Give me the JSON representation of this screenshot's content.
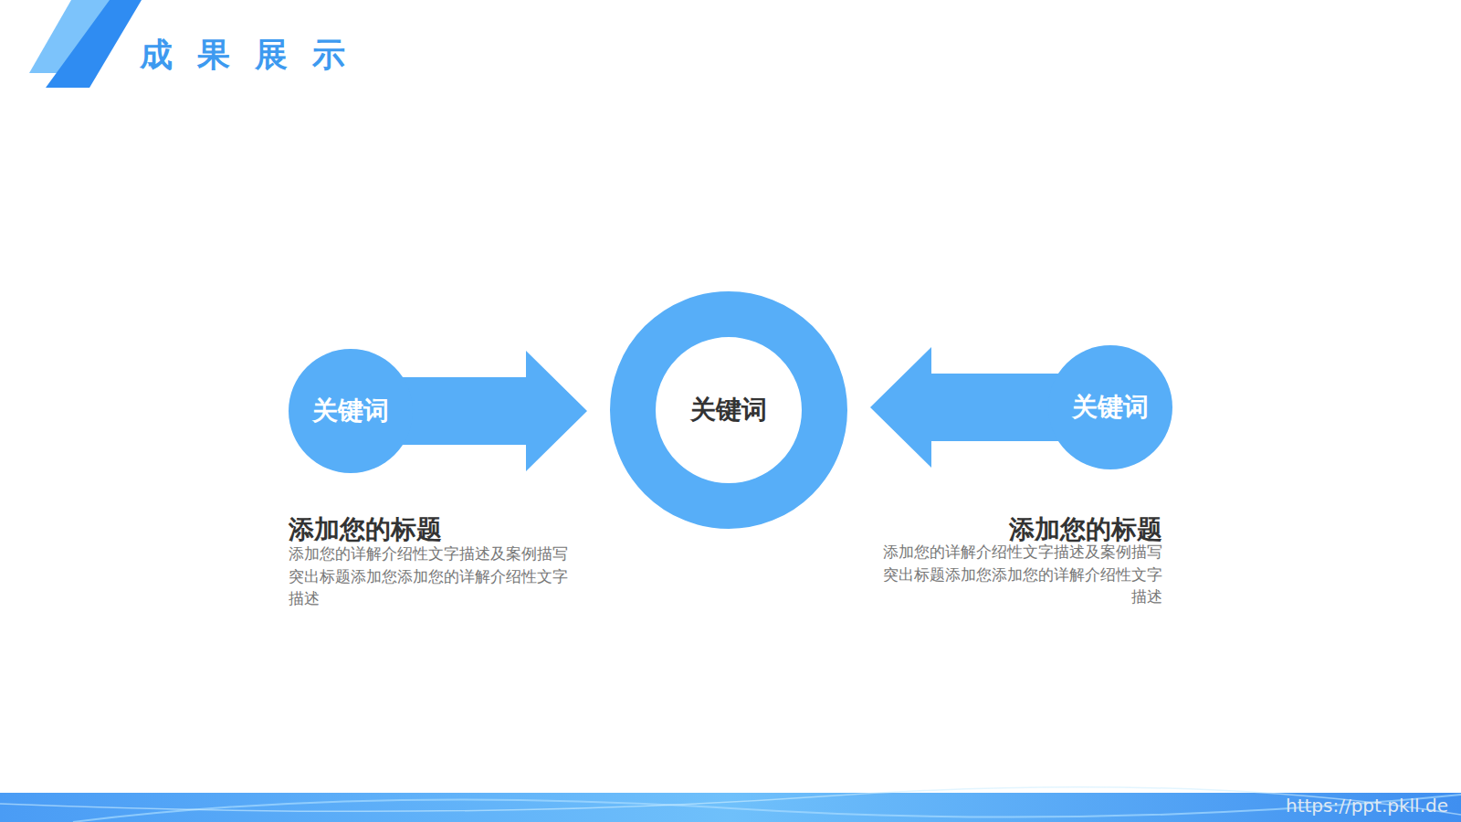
{
  "diagram": {
    "title": "成果展示",
    "nodes": [
      {
        "text": [
          "关键词"
        ]
      },
      {
        "text": [
          "关键词"
        ]
      },
      {
        "text": [
          "关键词"
        ]
      }
    ],
    "edges": [
      {
        "from": 0,
        "to": 1,
        "arrow": "to"
      },
      {
        "from": 2,
        "to": 1,
        "arrow": "to"
      }
    ],
    "labels": [
      "添加您的标题",
      "添加您的详解介绍性文字描述及案例描写突出标题添加您添加您的详解介绍性文字描述",
      "添加您的标题",
      "添加您的详解介绍性文字描述及案例描写突出标题添加您添加您的详解介绍性文字描述",
      "https://ppt.pkll.de"
    ]
  }
}
